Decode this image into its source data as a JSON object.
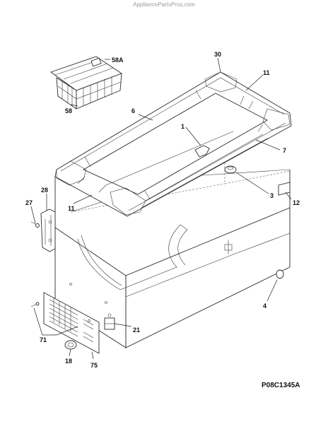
{
  "site_watermark": "AppliancePartsPros.com",
  "diagram_code": "P08C1345A",
  "callouts": {
    "c58A": "58A",
    "c58": "58",
    "c30": "30",
    "c11a": "11",
    "c6": "6",
    "c1": "1",
    "c7": "7",
    "c3": "3",
    "c12": "12",
    "c28": "28",
    "c27": "27",
    "c11b": "11",
    "c4": "4",
    "c21": "21",
    "c71": "71",
    "c18": "18",
    "c75": "75"
  }
}
